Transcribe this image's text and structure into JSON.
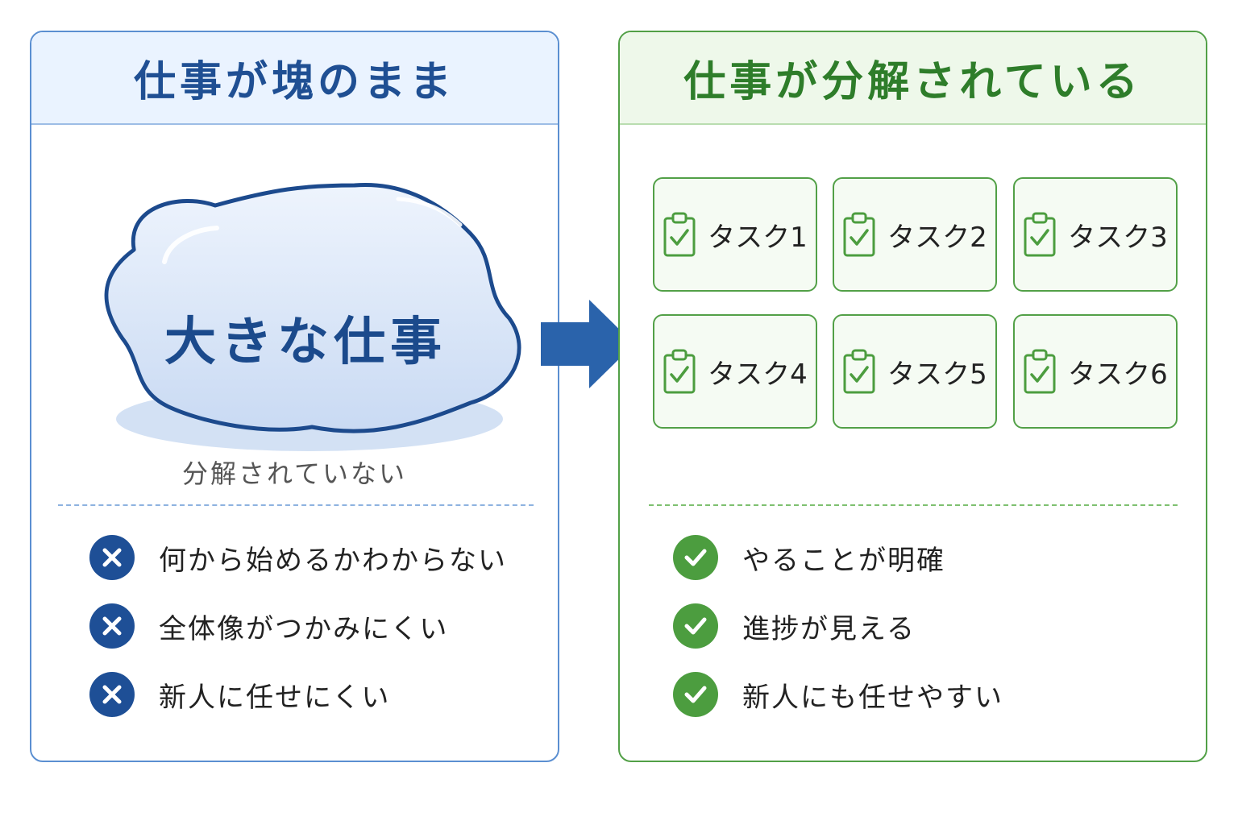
{
  "left": {
    "title": "仕事が塊のまま",
    "blob_label": "大きな仕事",
    "blob_caption": "分解されていない",
    "points": [
      "何から始めるかわからない",
      "全体像がつかみにくい",
      "新人に任せにくい"
    ],
    "icon": "x-circle-icon",
    "color": "#1e4f96"
  },
  "right": {
    "title": "仕事が分解されている",
    "tasks": [
      "タスク1",
      "タスク2",
      "タスク3",
      "タスク4",
      "タスク5",
      "タスク6"
    ],
    "task_icon": "clipboard-check-icon",
    "points": [
      "やることが明確",
      "進捗が見える",
      "新人にも任せやすい"
    ],
    "icon": "check-circle-icon",
    "color": "#4c9d3f"
  },
  "arrow": {
    "icon": "right-arrow-icon",
    "color": "#2a63ab"
  }
}
